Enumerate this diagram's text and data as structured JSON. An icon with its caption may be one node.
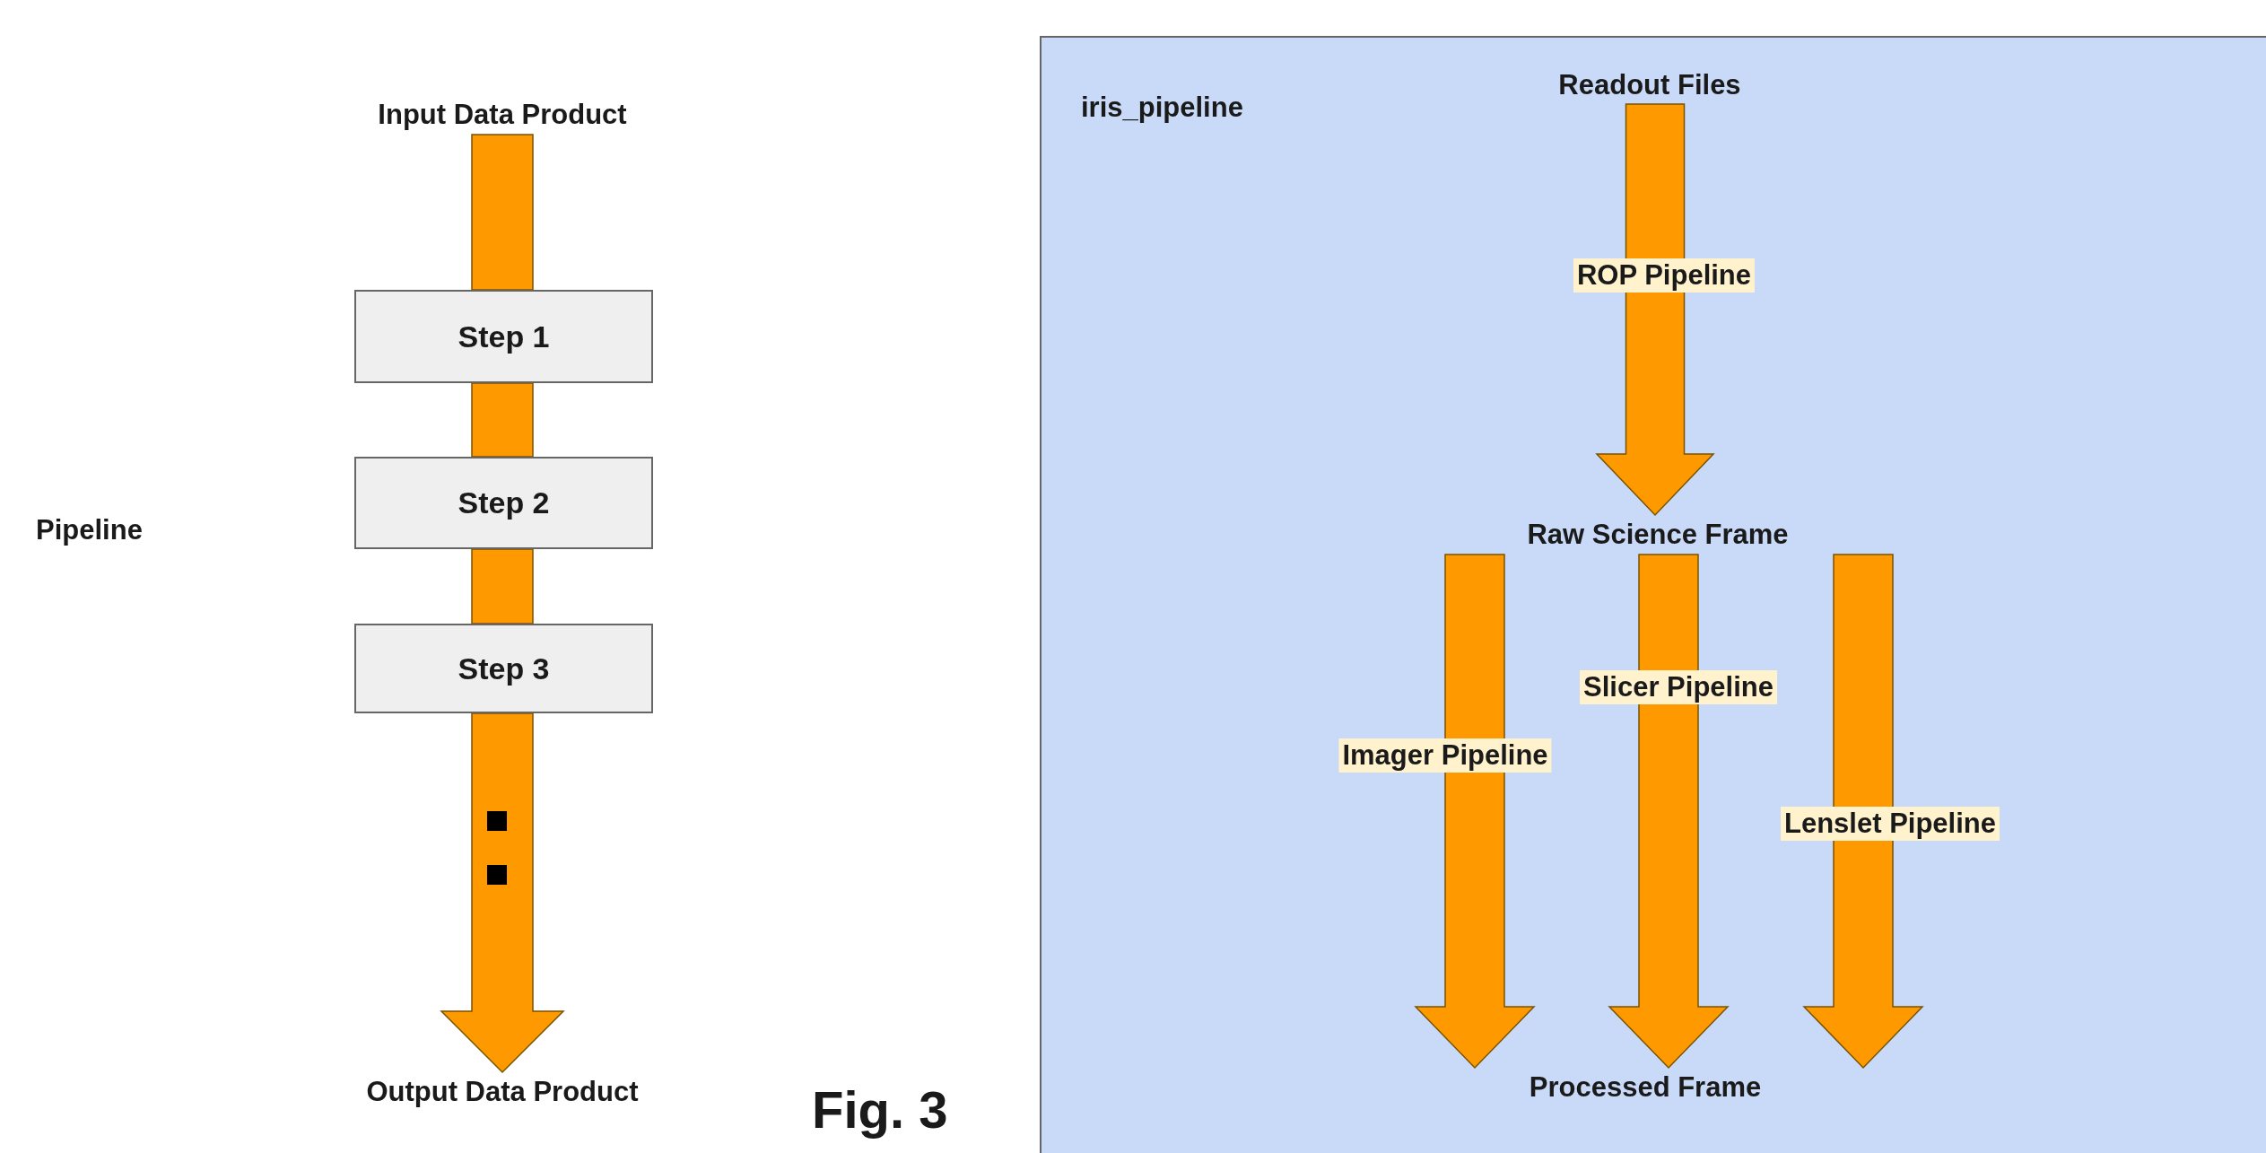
{
  "diagram": {
    "nodes": [
      {
        "text": [
          "Input Data Product"
        ]
      },
      {
        "text": [
          "Step 1"
        ]
      },
      {
        "text": [
          "Step 2"
        ]
      },
      {
        "text": [
          "Step 3"
        ]
      },
      {
        "text": [
          "Output Data Product"
        ]
      },
      {
        "text": [
          "iris_pipeline"
        ]
      },
      {
        "text": [
          "Readout Files"
        ],
        "in": 5
      },
      {
        "text": [
          "Raw Science Frame"
        ],
        "in": 5
      },
      {
        "text": [
          "Processed Frame"
        ],
        "in": 5
      }
    ],
    "edges": [
      {
        "from": 0,
        "to": 1,
        "arrow": "none"
      },
      {
        "from": 1,
        "to": 2,
        "arrow": "none"
      },
      {
        "from": 2,
        "to": 3,
        "arrow": "none"
      },
      {
        "from": 3,
        "to": 4,
        "arrow": "to"
      },
      {
        "from": 6,
        "to": 7,
        "arrow": "to",
        "label": "ROP Pipeline"
      },
      {
        "from": 7,
        "to": 8,
        "arrow": "to",
        "label": "Imager Pipeline"
      },
      {
        "from": 7,
        "to": 8,
        "arrow": "to",
        "label": "Slicer Pipeline"
      },
      {
        "from": 7,
        "to": 8,
        "arrow": "to",
        "label": "Lenslet Pipeline"
      }
    ],
    "labels": [
      "Pipeline",
      "Fig. 3"
    ]
  }
}
